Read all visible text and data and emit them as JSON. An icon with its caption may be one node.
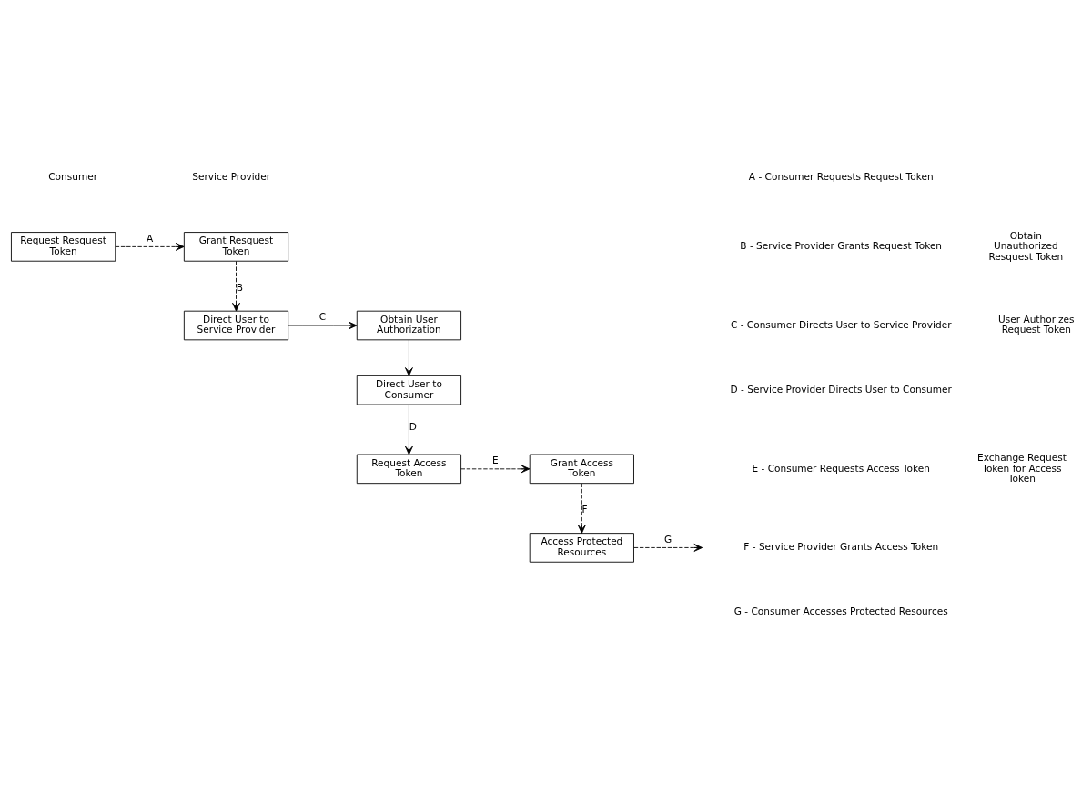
{
  "diagram": {
    "nodes": [
      {
        "text": [
          "Request Resquest Token"
        ]
      },
      {
        "text": [
          "Grant Resquest Token"
        ]
      },
      {
        "text": [
          "Direct User to Service Provider"
        ]
      },
      {
        "text": [
          "Obtain User Authorization"
        ]
      },
      {
        "text": [
          "Direct User to Consumer"
        ]
      },
      {
        "text": [
          "Request Access Token"
        ]
      },
      {
        "text": [
          "Grant Access Token"
        ]
      },
      {
        "text": [
          "Access Protected Resources"
        ]
      }
    ],
    "edges": [
      {
        "from": 0,
        "to": 1,
        "arrow": "to",
        "label": "A",
        "style": "dashed"
      },
      {
        "from": 1,
        "to": 2,
        "arrow": "to",
        "label": "B",
        "style": "dashed"
      },
      {
        "from": 2,
        "to": 3,
        "arrow": "to",
        "label": "C"
      },
      {
        "from": 3,
        "to": 4,
        "arrow": "to"
      },
      {
        "from": 4,
        "to": 5,
        "arrow": "to",
        "label": "D"
      },
      {
        "from": 5,
        "to": 6,
        "arrow": "to",
        "label": "E",
        "style": "dashed"
      },
      {
        "from": 6,
        "to": 7,
        "arrow": "to",
        "label": "F",
        "style": "dashed"
      },
      {
        "from": 7,
        "to": null,
        "arrow": "to",
        "label": "G",
        "style": "dashed"
      }
    ],
    "labels": [
      "Consumer",
      "Service Provider",
      "Obtain Unauthorized Resquest Token",
      "User Authorizes Request Token",
      "Exchange Request Token for Access Token",
      "A - Consumer Requests Request Token",
      "B - Service Provider Grants Request Token",
      "C - Consumer Directs User to Service Provider",
      "D - Service Provider Directs User to Consumer",
      "E - Consumer Requests Access Token",
      "F - Service Provider Grants Access Token",
      "G - Consumer Accesses Protected Resources"
    ]
  }
}
